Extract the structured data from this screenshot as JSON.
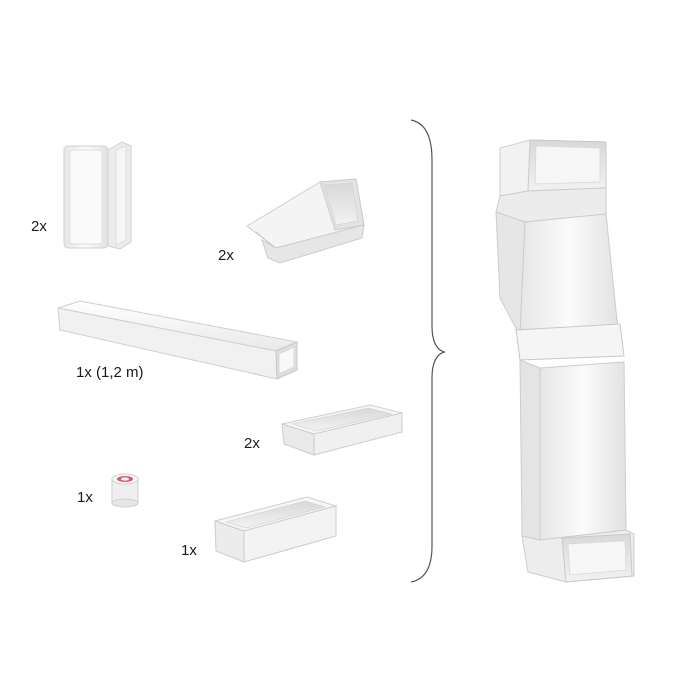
{
  "quantities": {
    "corner_bend": "2x",
    "offset_transition": "2x",
    "straight_duct": "1x (1,2 m)",
    "wall_sleeve": "2x",
    "tape_roll": "1x",
    "connector": "1x"
  },
  "colors": {
    "background": "#ffffff",
    "duct_light": "#f7f7f7",
    "duct_mid": "#e8e8e8",
    "duct_shadow": "#d3d3d3",
    "bracket": "#555555",
    "tape_accent": "#c8243a"
  }
}
